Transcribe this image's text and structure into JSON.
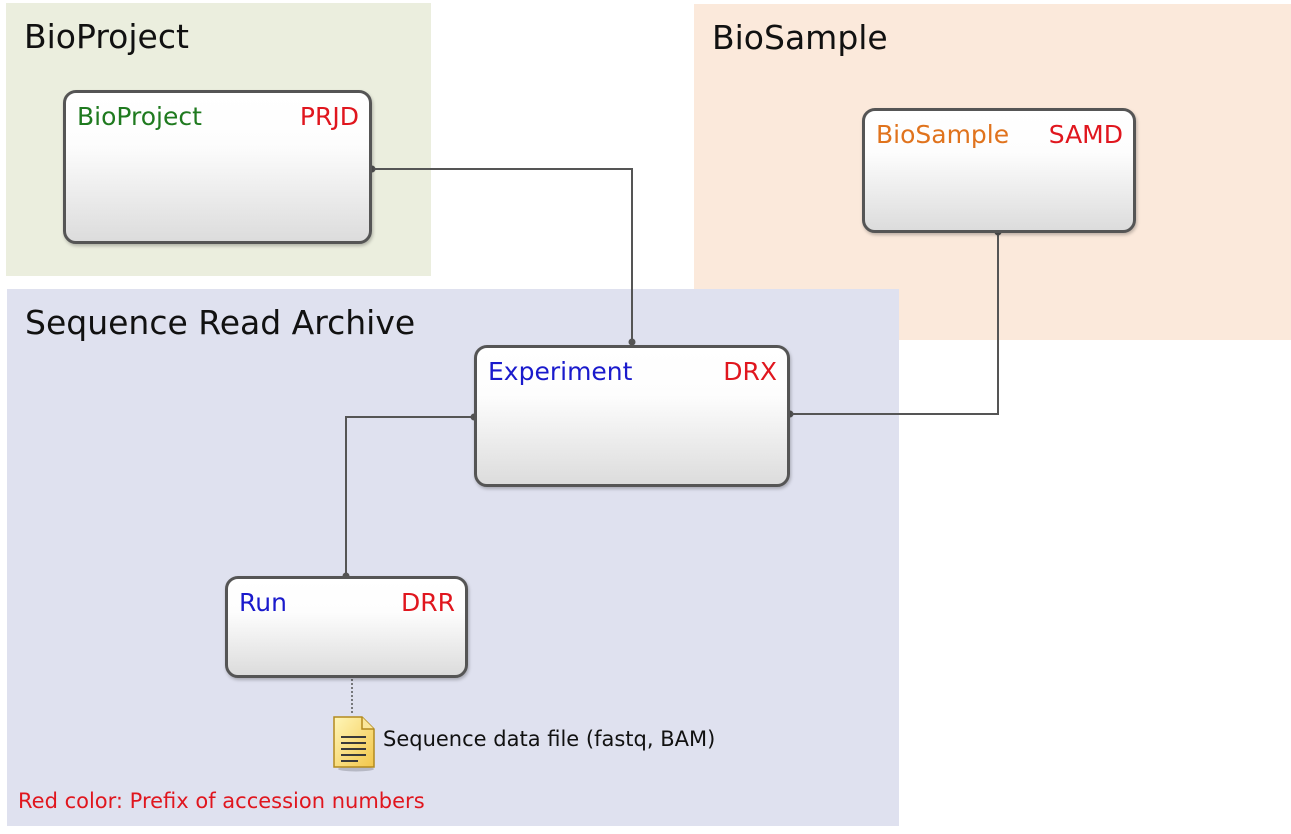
{
  "regions": {
    "bioproject": {
      "title": "BioProject"
    },
    "biosample": {
      "title": "BioSample"
    },
    "sra": {
      "title": "Sequence Read Archive"
    }
  },
  "entities": {
    "bioproject": {
      "name": "BioProject",
      "prefix": "PRJD",
      "name_color": "#1f7a1f"
    },
    "biosample": {
      "name": "BioSample",
      "prefix": "SAMD",
      "name_color": "#e0731d"
    },
    "experiment": {
      "name": "Experiment",
      "prefix": "DRX",
      "name_color": "#1a1acc"
    },
    "run": {
      "name": "Run",
      "prefix": "DRR",
      "name_color": "#1a1acc"
    }
  },
  "file": {
    "icon": "document-icon",
    "label": "Sequence data file (fastq, BAM)"
  },
  "footnote": "Red color: Prefix of accession numbers",
  "colors": {
    "prefix": "#e0161e",
    "bioproject_bg": "#ebeede",
    "biosample_bg": "#fbe9db",
    "sra_bg": "#dfe1ef",
    "connector": "#555555"
  }
}
